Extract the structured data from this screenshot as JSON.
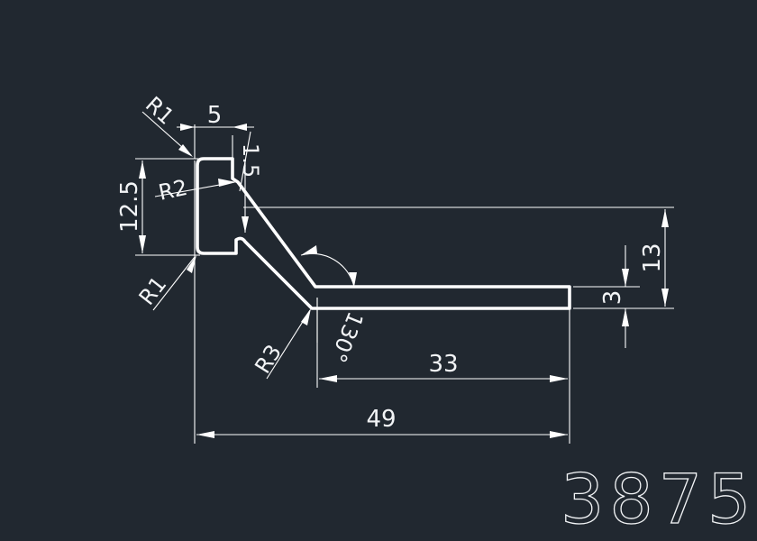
{
  "part_number": "3875",
  "dimensions": {
    "top_width": "5",
    "lip": "1.5",
    "left_height": "12.5",
    "overall_height": "13",
    "thickness": "3",
    "flange_length": "33",
    "overall_width": "49",
    "angle": "130°"
  },
  "radii": {
    "top_left": "R1",
    "inner": "R2",
    "bottom_left": "R1",
    "bend": "R3"
  },
  "colors": {
    "background": "#212830",
    "lines": "#ffffff"
  }
}
